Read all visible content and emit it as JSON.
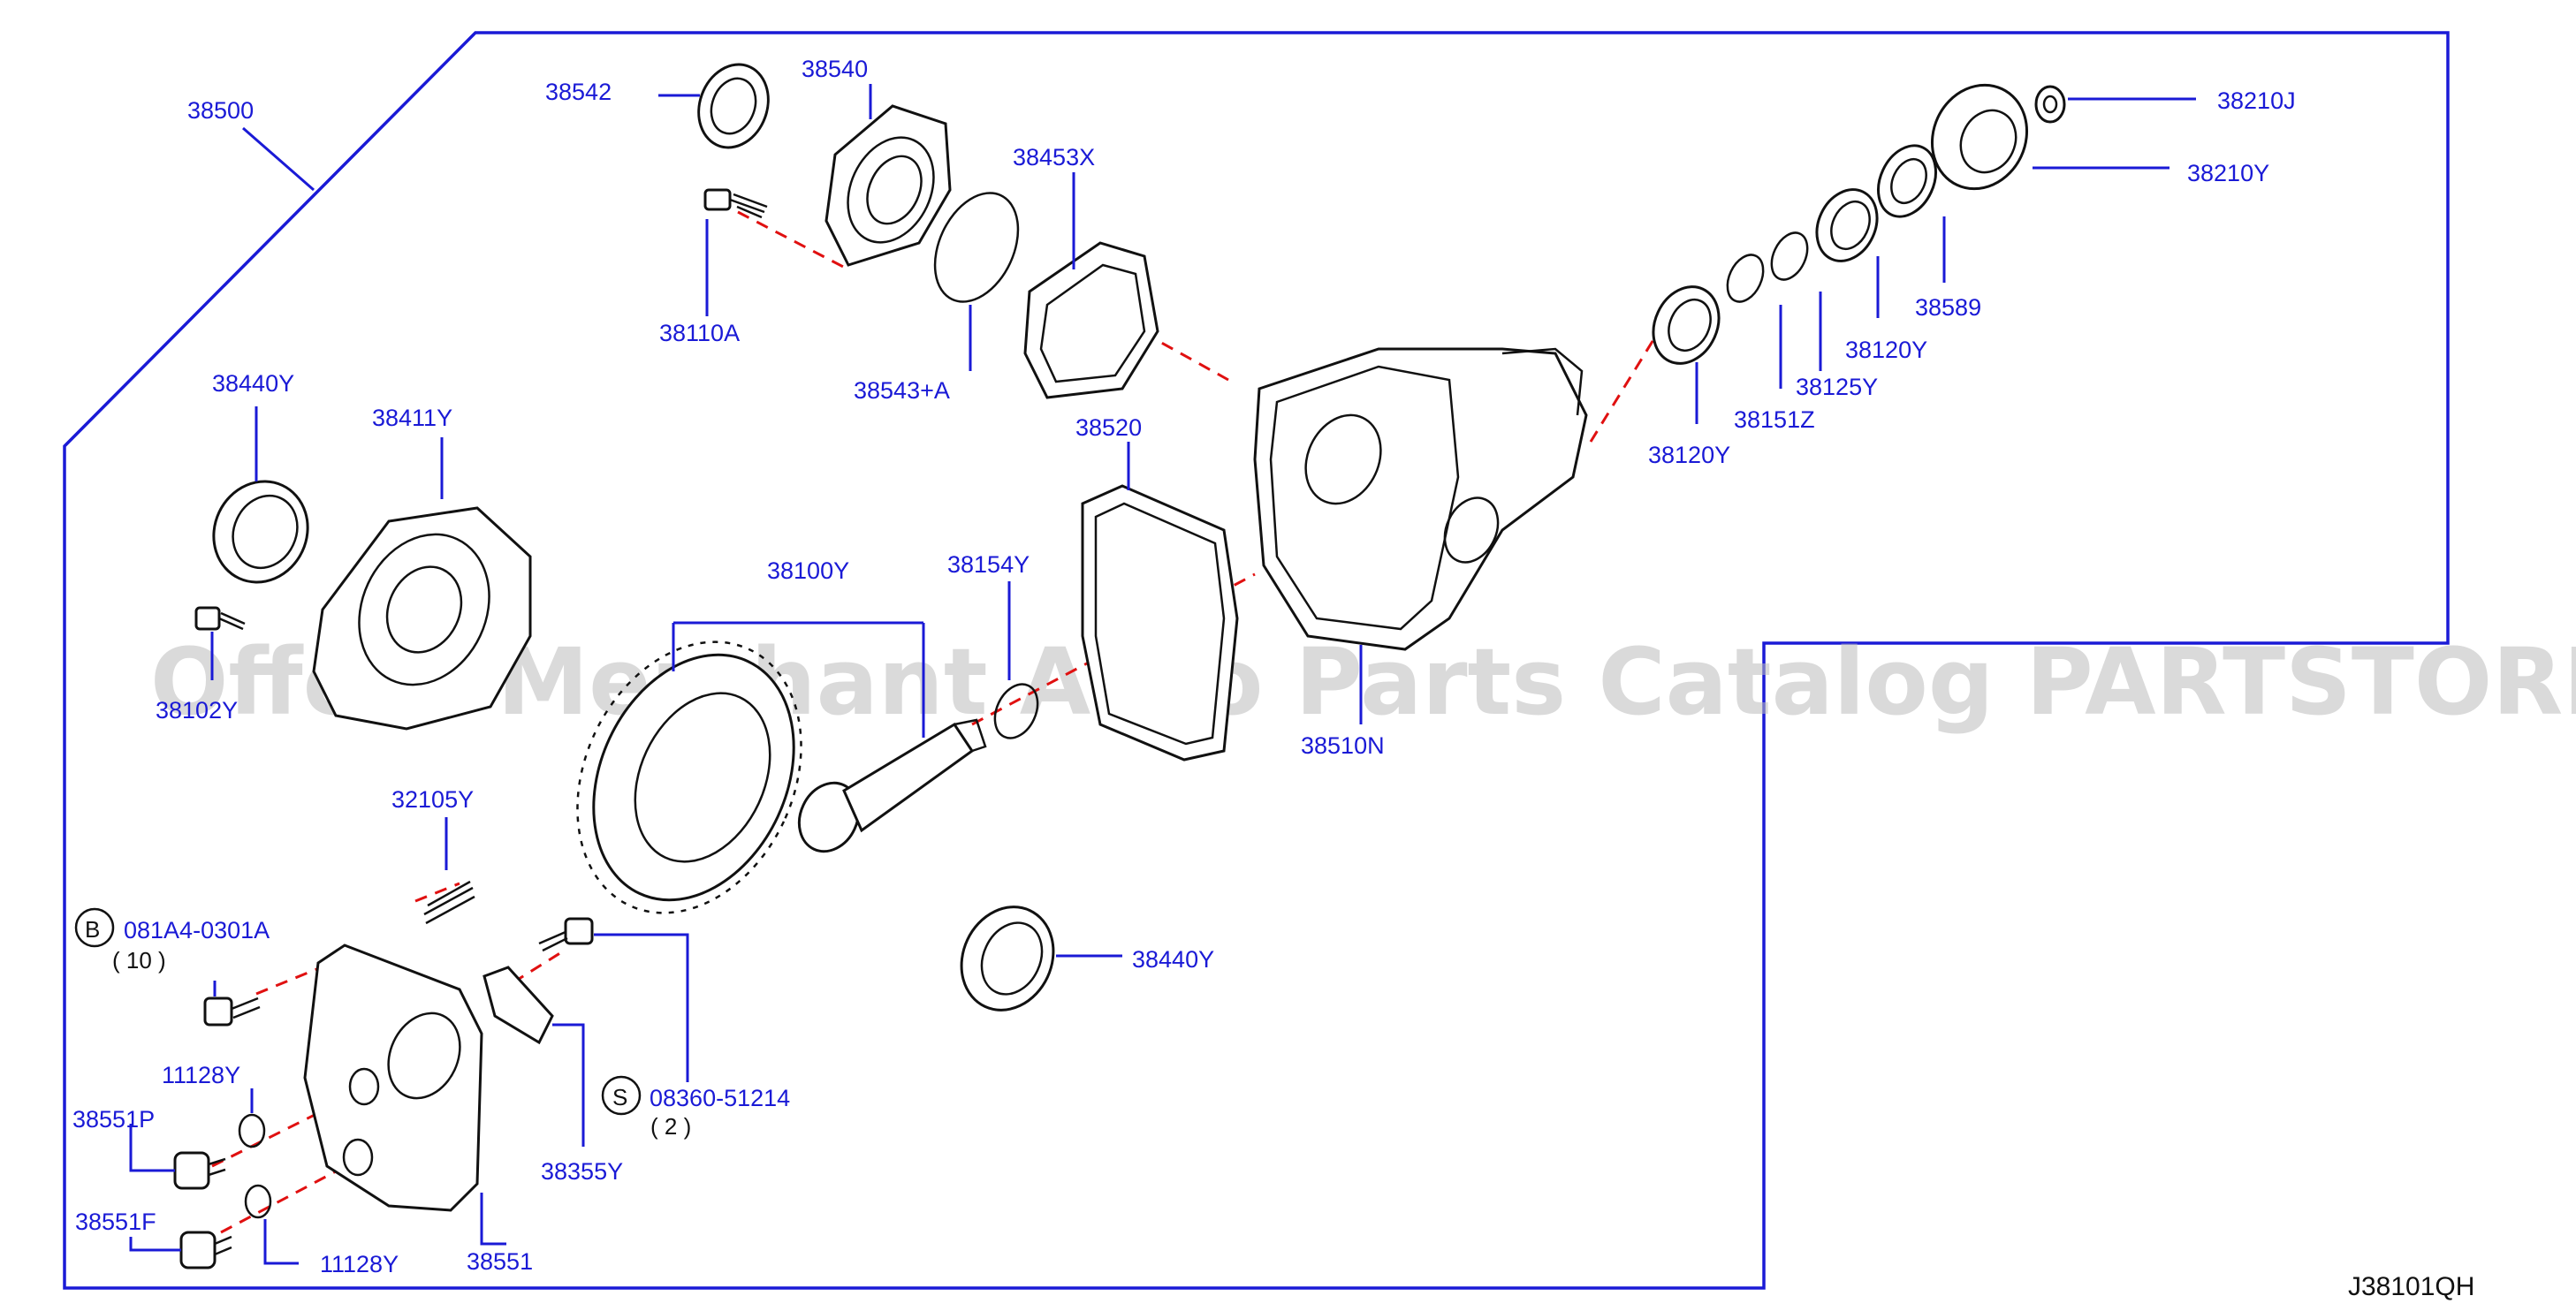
{
  "diagram_code": "J38101QH",
  "watermark": "Offers Merchant Auto Parts Catalog PARTSTORE.SA",
  "colors": {
    "labels": "#1a1ad6",
    "dashes": "#e01010",
    "outline": "#111111"
  },
  "labels": {
    "p38500": "38500",
    "p38542": "38542",
    "p38540": "38540",
    "p38453x": "38453X",
    "p38110a": "38110A",
    "p38543a": "38543+A",
    "p38440y_top": "38440Y",
    "p38411y": "38411Y",
    "p38102y": "38102Y",
    "p38100y": "38100Y",
    "p38154y": "38154Y",
    "p38520": "38520",
    "p38510n": "38510N",
    "p38210j": "38210J",
    "p38210y": "38210Y",
    "p38589": "38589",
    "p38120y_r": "38120Y",
    "p38125y": "38125Y",
    "p38151z": "38151Z",
    "p38120y_l": "38120Y",
    "p32105y": "32105Y",
    "p081a4": "081A4-0301A",
    "p081a4_qty": "( 10 )",
    "badge_b": "B",
    "p11128y_top": "11128Y",
    "p38551p": "38551P",
    "p38551f": "38551F",
    "p11128y_bot": "11128Y",
    "p38551": "38551",
    "p38355y": "38355Y",
    "p08360": "08360-51214",
    "p08360_qty": "( 2 )",
    "badge_s": "S",
    "p38440y_bot": "38440Y"
  }
}
